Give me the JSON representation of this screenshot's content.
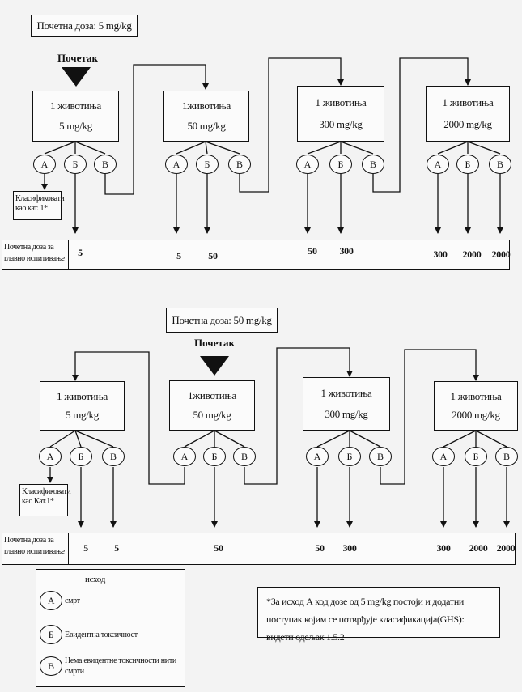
{
  "diagram1": {
    "start_dose": "Почетна доза: 5 mg/kg",
    "start_label": "Почетак",
    "steps": [
      {
        "animal": "1 животиња",
        "dose": "5 mg/kg"
      },
      {
        "animal": "1животиња",
        "dose": "50 mg/kg"
      },
      {
        "animal": "1 животиња",
        "dose": "300 mg/kg"
      },
      {
        "animal": "1 животиња",
        "dose": "2000 mg/kg"
      }
    ],
    "classify": "Класификовати као кат. 1*",
    "dose_row_label": "Почетна доза за главно испитивање",
    "dose_values": [
      "5",
      "5",
      "50",
      "50",
      "300",
      "300",
      "2000",
      "2000"
    ]
  },
  "diagram2": {
    "start_dose": "Почетна доза: 50 mg/kg",
    "start_label": "Почетак",
    "steps": [
      {
        "animal": "1 животиња",
        "dose": "5 mg/kg"
      },
      {
        "animal": "1животиња",
        "dose": "50 mg/kg"
      },
      {
        "animal": "1 животиња",
        "dose": "300 mg/kg"
      },
      {
        "animal": "1 животиња",
        "dose": "2000 mg/kg"
      }
    ],
    "classify": "Класификовати као Кат.1*",
    "dose_row_label": "Почетна доза за главно испитивање",
    "dose_values": [
      "5",
      "5",
      "50",
      "50",
      "300",
      "300",
      "2000",
      "2000"
    ]
  },
  "outcomes": {
    "a": "А",
    "b": "Б",
    "v": "В"
  },
  "legend": {
    "title": "исход",
    "a": "смрт",
    "b": "Евидентна токсичност",
    "v": "Нема евидентне токсичности нити смрти"
  },
  "note": "*За исход А код дозе од 5 mg/kg постоји и додатни поступак којим се потврђује класификација(GHS): видети одељак 1.5.2"
}
